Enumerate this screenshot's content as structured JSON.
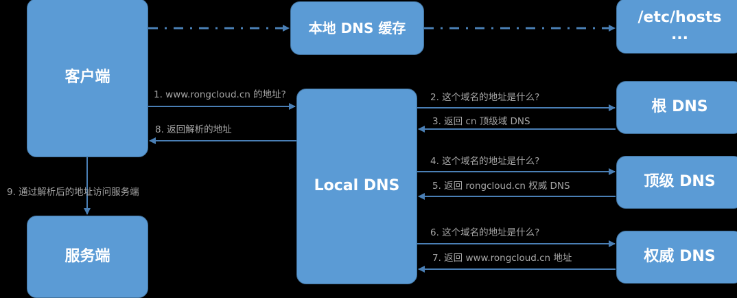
{
  "colors": {
    "background": "#000000",
    "node_fill": "#5b9bd5",
    "node_border": "#41719c",
    "edge": "#4a7fb5",
    "label": "#a6a6a6"
  },
  "nodes": {
    "client": "客户端",
    "server": "服务端",
    "local_cache": "本地 DNS 缓存",
    "hosts": "/etc/hosts\n...",
    "local_dns": "Local DNS",
    "root_dns": "根 DNS",
    "tld_dns": "顶级 DNS",
    "auth_dns": "权威 DNS"
  },
  "edges": {
    "e1": "1. www.rongcloud.cn 的地址?",
    "e2": "2. 这个域名的地址是什么?",
    "e3": "3. 返回 cn 顶级域 DNS",
    "e4": "4. 这个域名的地址是什么?",
    "e5": "5. 返回 rongcloud.cn 权威 DNS",
    "e6": "6. 这个域名的地址是什么?",
    "e7": "7. 返回 www.rongcloud.cn 地址",
    "e8": "8. 返回解析的地址",
    "e9": "9. 通过解析后的地址访问服务端"
  }
}
